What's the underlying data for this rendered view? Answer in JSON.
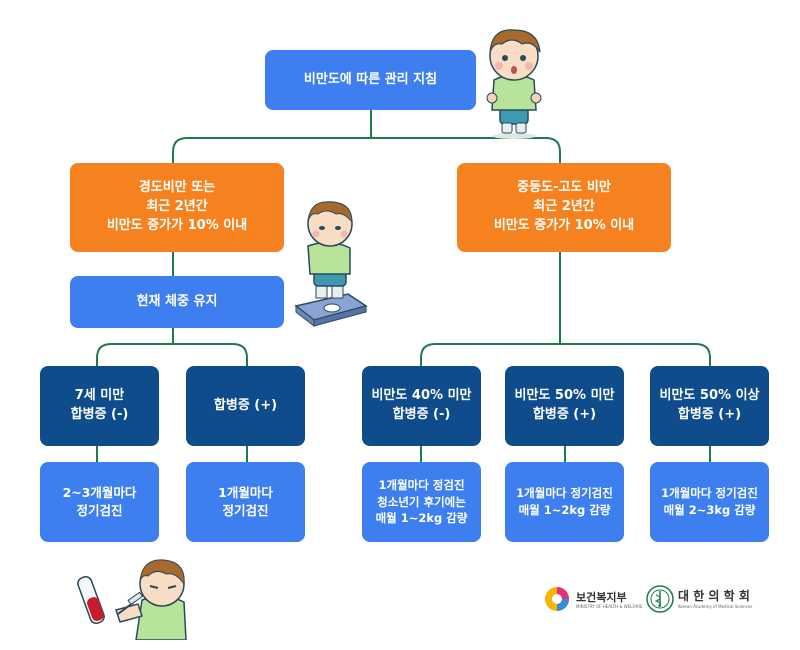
{
  "root": {
    "label": "비만도에 따른 관리 지침"
  },
  "mild": {
    "line1": "경도비만 또는",
    "line2": "최근 2년간",
    "line3": "비만도 증가가 10% 이내"
  },
  "moderate": {
    "line1": "중등도-고도 비만",
    "line2": "최근 2년간",
    "line3": "비만도 증가가 10% 이내"
  },
  "maintain": {
    "label": "현재 체중 유지"
  },
  "under7": {
    "line1": "7세 미만",
    "line2": "합병증 (-)"
  },
  "comp_plus": {
    "line1": "합병증 (+)"
  },
  "under40": {
    "line1": "비만도 40% 미만",
    "line2": "합병증 (-)"
  },
  "under50": {
    "line1": "비만도 50% 미만",
    "line2": "합병증 (+)"
  },
  "over50": {
    "line1": "비만도 50% 이상",
    "line2": "합병증 (+)"
  },
  "r_under7": {
    "line1": "2~3개월마다",
    "line2": "정기검진"
  },
  "r_comp_plus": {
    "line1": "1개월마다",
    "line2": "정기검진"
  },
  "r_under40": {
    "line1": "1개월마다 정검진",
    "line2": "청소년기 후기에는",
    "line3": "매월 1~2kg 감량"
  },
  "r_under50": {
    "line1": "1개월마다 정기검진",
    "line2": "매월 1~2kg 감량"
  },
  "r_over50": {
    "line1": "1개월마다 정기검진",
    "line2": "매월 2~3kg 감량"
  },
  "logos": {
    "mohw": {
      "name": "보건복지부",
      "sub": "MINISTRY OF HEALTH & WELFARE"
    },
    "kams": {
      "name": "대 한 의 학 회",
      "sub": "Korean Academy of Medical Sciences"
    }
  },
  "colors": {
    "blue": "#3e7ff0",
    "orange": "#f5821f",
    "navy": "#0f4c8c",
    "line": "#1f7a4c"
  }
}
